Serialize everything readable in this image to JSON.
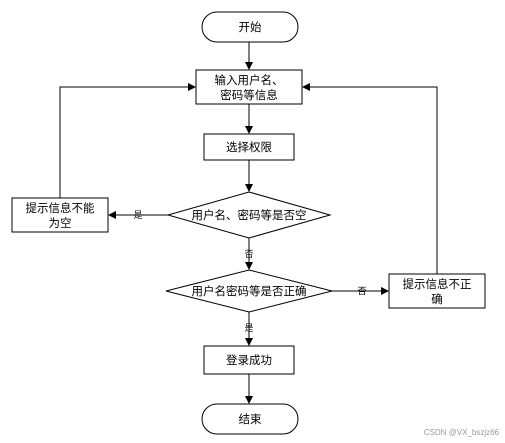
{
  "nodes": {
    "start": "开始",
    "input": [
      "输入用户名、",
      "密码等信息"
    ],
    "select": "选择权限",
    "empty_check": "用户名、密码等是否空",
    "empty_msg": [
      "提示信息不能",
      "为空"
    ],
    "correct_check": "用户名密码等是否正确",
    "incorrect_msg": [
      "提示信息不正",
      "确"
    ],
    "success": "登录成功",
    "end": "结束"
  },
  "edges": {
    "empty_yes": "是",
    "empty_no": "否",
    "correct_no": "否",
    "correct_yes": "是"
  },
  "watermark": "CSDN @VX_bszjz66"
}
